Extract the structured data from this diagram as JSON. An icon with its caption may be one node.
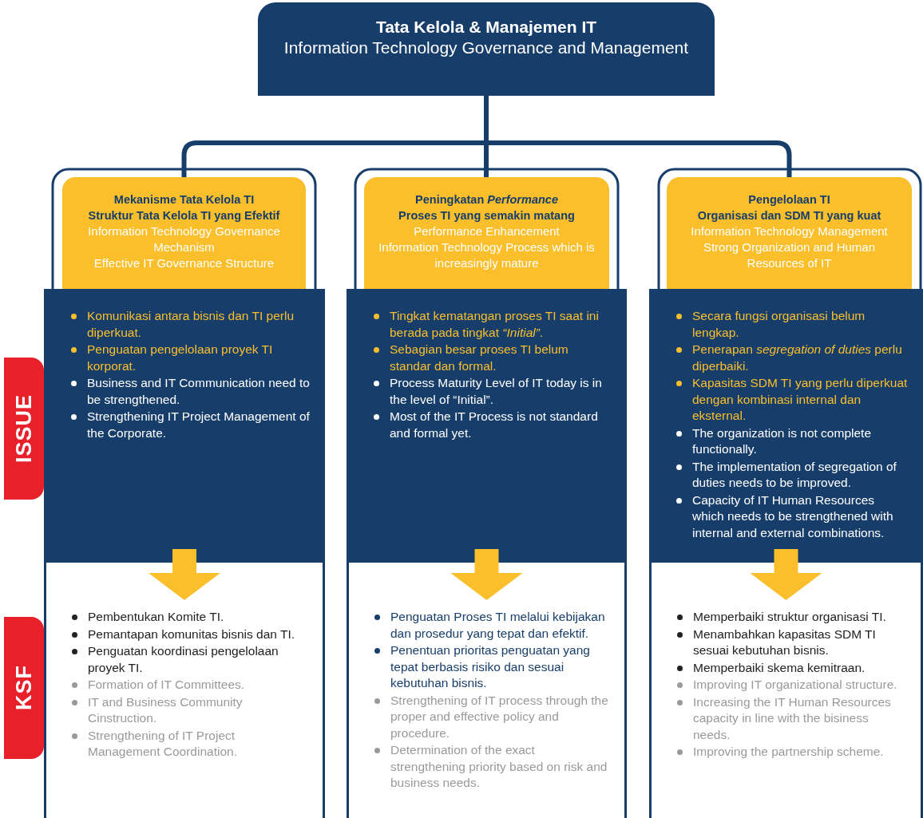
{
  "diagram": {
    "nodes": [
      {
        "text": [
          "Tata Kelola & Manajemen IT",
          "Information Technology Governance and Management"
        ]
      },
      {
        "text": [
          "Mekanisme Tata Kelola TI",
          "Struktur Tata Kelola TI yang Efektif",
          "Information Technology Governance Mechanism",
          "Effective IT Governance Structure"
        ]
      },
      {
        "text": [
          "Peningkatan *Performance*",
          "Proses TI yang semakin matang",
          "Performance Enhancement",
          "Information Technology Process which is increasingly mature"
        ]
      },
      {
        "text": [
          "Pengelolaan TI",
          "Organisasi dan SDM TI yang kuat",
          "Information Technology Management",
          "Strong Organization and Human Resources of IT"
        ]
      },
      {
        "text": [
          "Komunikasi antara bisnis dan TI perlu diperkuat.",
          "Penguatan pengelolaan proyek TI korporat.",
          "Business and IT Communication need to be strengthened.",
          "Strengthening IT Project Management of the Corporate."
        ]
      },
      {
        "text": [
          "Tingkat kematangan proses TI saat ini berada pada tingkat *“Initial”*.",
          "Sebagian besar proses TI belum standar dan formal.",
          "Process Maturity Level of IT today is in the level of “Initial”.",
          "Most of the IT Process is not standard and formal yet."
        ]
      },
      {
        "text": [
          "Secara fungsi organisasi belum lengkap.",
          "Penerapan *segregation of duties* perlu diperbaiki.",
          "Kapasitas SDM TI yang perlu diperkuat dengan kombinasi internal dan eksternal.",
          "The organization is not complete functionally.",
          "The implementation of segregation of duties needs to be improved.",
          "Capacity of IT Human Resources which needs to be strengthened with internal and external combinations."
        ]
      },
      {
        "text": [
          "Pembentukan Komite TI.",
          "Pemantapan komunitas bisnis dan TI.",
          "Penguatan koordinasi pengelolaan proyek TI.",
          "Formation of IT Committees.",
          "IT and Business Community Cinstruction.",
          "Strengthening of IT Project Management Coordination."
        ]
      },
      {
        "text": [
          "Penguatan Proses TI melalui kebijakan dan prosedur yang tepat dan efektif.",
          "Penentuan prioritas penguatan yang tepat berbasis risiko dan sesuai kebutuhan bisnis.",
          "Strengthening of IT process through the proper and effective policy and procedure.",
          "Determination of the exact strengthening priority based on risk and business needs."
        ]
      },
      {
        "text": [
          "Memperbaiki struktur organisasi TI.",
          "Menambahkan kapasitas SDM TI sesuai kebutuhan bisnis.",
          "Memperbaiki skema kemitraan.",
          "Improving IT organizational structure.",
          "Increasing the IT Human Resources capacity in line with the bisiness needs.",
          "Improving the partnership scheme."
        ]
      }
    ],
    "edges": [
      {
        "from": 0,
        "to": 1,
        "arrow": "none"
      },
      {
        "from": 0,
        "to": 2,
        "arrow": "none"
      },
      {
        "from": 0,
        "to": 3,
        "arrow": "none"
      },
      {
        "from": 4,
        "to": 7,
        "arrow": "to",
        "style": "thick",
        "color": "#fbbf2c"
      },
      {
        "from": 5,
        "to": 8,
        "arrow": "to",
        "style": "thick",
        "color": "#fbbf2c"
      },
      {
        "from": 6,
        "to": 9,
        "arrow": "to",
        "style": "thick",
        "color": "#fbbf2c"
      }
    ],
    "labels": [
      "ISSUE",
      "KSF"
    ]
  }
}
